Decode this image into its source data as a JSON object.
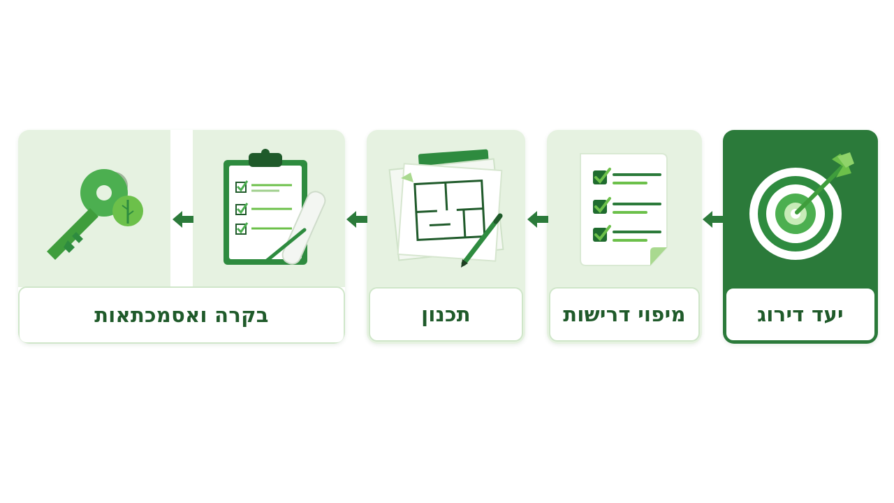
{
  "steps": [
    {
      "label": "יעד דירוג",
      "icon": "target-icon",
      "active": true
    },
    {
      "label": "מיפוי דרישות",
      "icon": "checklist-icon",
      "active": false
    },
    {
      "label": "תכנון",
      "icon": "blueprint-icon",
      "active": false
    },
    {
      "label": "בקרה ואסמכתאות",
      "icons": [
        "clipboard-icon",
        "key-icon"
      ],
      "active": false
    }
  ],
  "connector_icon": "arrow-left-icon",
  "colors": {
    "dark_green": "#2b7a3a",
    "mid_green": "#4caf50",
    "light_green": "#e6f2e1",
    "text_green": "#1f5a2a"
  }
}
